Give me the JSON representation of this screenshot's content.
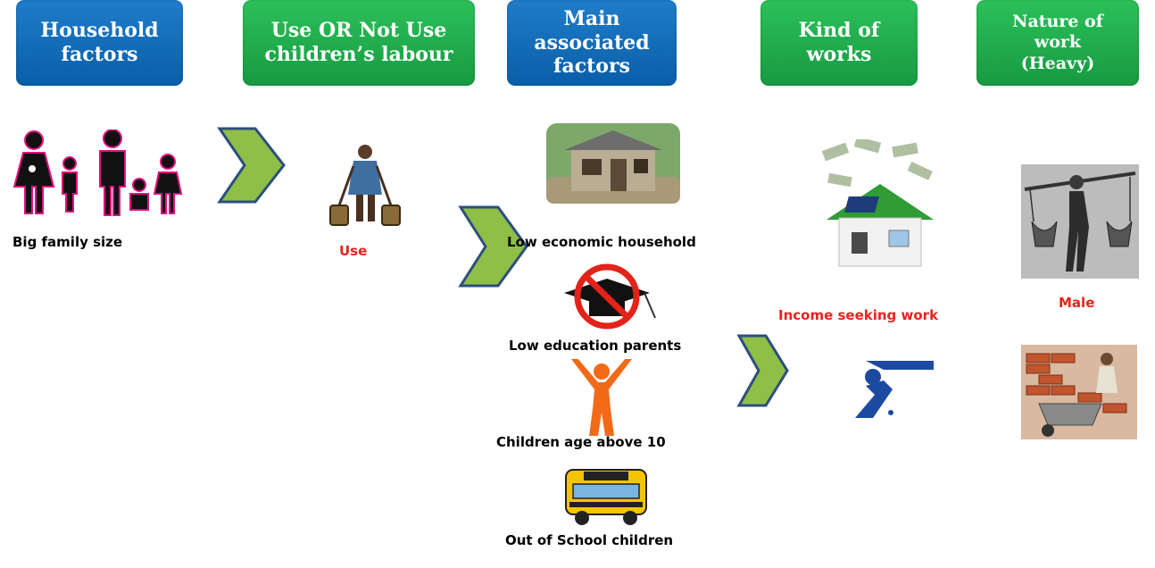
{
  "headers": {
    "household_factors": "Household factors",
    "use_or_not": "Use OR Not Use children’s labour",
    "main_associated": "Main associated factors",
    "kind_of_works": "Kind of works",
    "nature_of_work": "Nature of work (Heavy)"
  },
  "labels": {
    "big_family": "Big family size",
    "use": "Use",
    "low_economic": "Low economic household",
    "low_education": "Low education parents",
    "children_age": "Children  age above 10",
    "out_of_school": "Out of School children",
    "income_seeking": "Income seeking work",
    "male": "Male"
  },
  "icons": [
    "family-icon",
    "water-carrier-icon",
    "poor-house-icon",
    "no-graduation-cap-icon",
    "child-arms-raised-icon",
    "school-bus-icon",
    "house-money-icon",
    "worker-icon",
    "shoulder-pole-worker-icon",
    "brick-wheelbarrow-worker-icon",
    "arrow-right-icon"
  ],
  "colors": {
    "blue_header": "#0a5ea8",
    "green_header": "#179a41",
    "arrow_fill": "#8fbf47",
    "arrow_stroke": "#2c4f7c",
    "highlight_text": "#e8231e"
  }
}
